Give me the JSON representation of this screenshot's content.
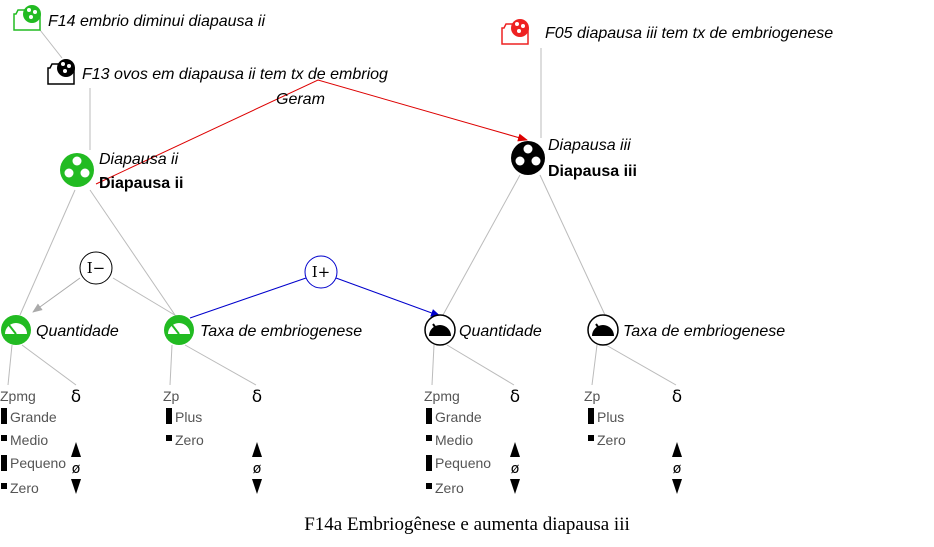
{
  "fragments": {
    "f14": {
      "label": "F14 embrio diminui diapausa ii",
      "color": "#22bb22"
    },
    "f13": {
      "label": "F13 ovos em diapausa ii tem tx de embriog",
      "color": "#000000"
    },
    "f05": {
      "label": "F05 diapausa iii tem tx de embriogenese",
      "color": "#ee2222"
    }
  },
  "relation": {
    "label": "Geram",
    "color": "#dd0000"
  },
  "entities": {
    "d2": {
      "name_italic": "Diapausa ii",
      "name_bold": "Diapausa ii",
      "color": "#22bb22"
    },
    "d3": {
      "name_italic": "Diapausa iii",
      "name_bold": "Diapausa iii",
      "color": "#000000"
    }
  },
  "quantities": {
    "d2_quantidade": {
      "label": "Quantidade",
      "color": "#22bb22"
    },
    "d2_taxa": {
      "label": "Taxa de embriogenese",
      "color": "#22bb22"
    },
    "d3_quantidade": {
      "label": "Quantidade",
      "color": "#000000"
    },
    "d3_taxa": {
      "label": "Taxa de embriogenese",
      "color": "#000000"
    }
  },
  "influences": {
    "neg": {
      "label": "I−",
      "color": "#000000"
    },
    "pos": {
      "label": "I+",
      "color": "#0000cc"
    }
  },
  "spaces": {
    "zpmg": {
      "name": "Zpmg",
      "values": [
        "Grande",
        "Medio",
        "Pequeno",
        "Zero"
      ]
    },
    "zp": {
      "name": "Zp",
      "values": [
        "Plus",
        "Zero"
      ]
    }
  },
  "derivative": {
    "symbol": "δ",
    "zero": "ø"
  },
  "caption": "F14a Embriogênese e aumenta diapausa iii"
}
